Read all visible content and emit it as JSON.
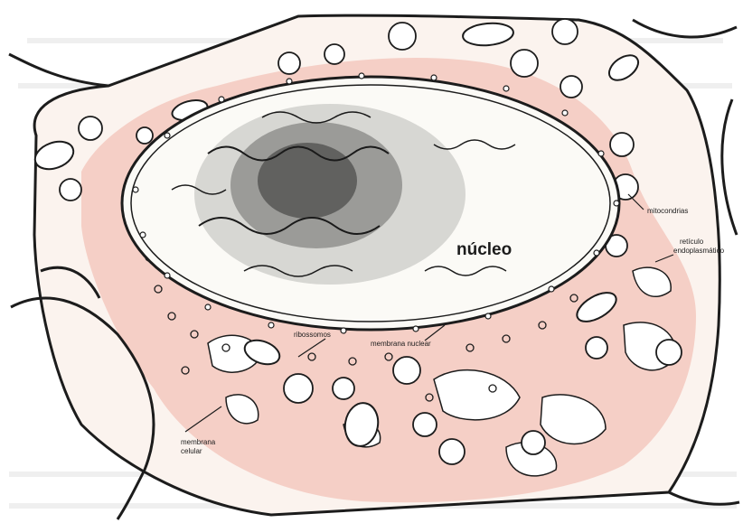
{
  "diagram": {
    "labels": {
      "nucleo": "núcleo",
      "mitocondrias": "mitocondrias",
      "reticulo_line1": "retículo",
      "reticulo_line2": "endoplasmático",
      "ribossomos": "ribossomos",
      "membrana_nuclear": "membrana nuclear",
      "membrana_celular_line1": "membrana",
      "membrana_celular_line2": "celular"
    },
    "colors": {
      "cytoplasm": "#f5cfc6",
      "ink": "#1c1c1c",
      "nucleoplasm": "#fbfaf6",
      "background": "#ffffff"
    }
  }
}
